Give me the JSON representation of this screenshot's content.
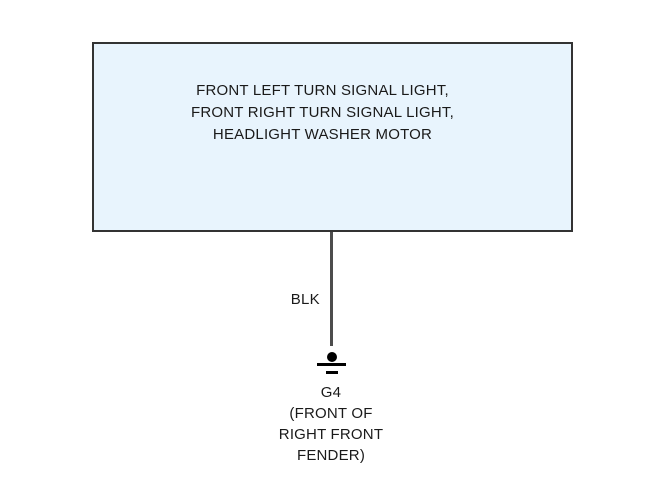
{
  "colors": {
    "background": "#FFFFFF",
    "box_fill": "#E8F4FD",
    "box_border": "#333333",
    "wire": "#4D4D4D",
    "ground_symbol": "#000000",
    "text": "#1A1A1A"
  },
  "component_box": {
    "lines": [
      "FRONT LEFT TURN SIGNAL LIGHT,",
      "FRONT RIGHT TURN SIGNAL LIGHT,",
      "HEADLIGHT WASHER MOTOR"
    ]
  },
  "wire": {
    "color_label": "BLK"
  },
  "ground": {
    "id": "G4",
    "location_lines": [
      "(FRONT OF",
      "RIGHT FRONT",
      "FENDER)"
    ]
  }
}
